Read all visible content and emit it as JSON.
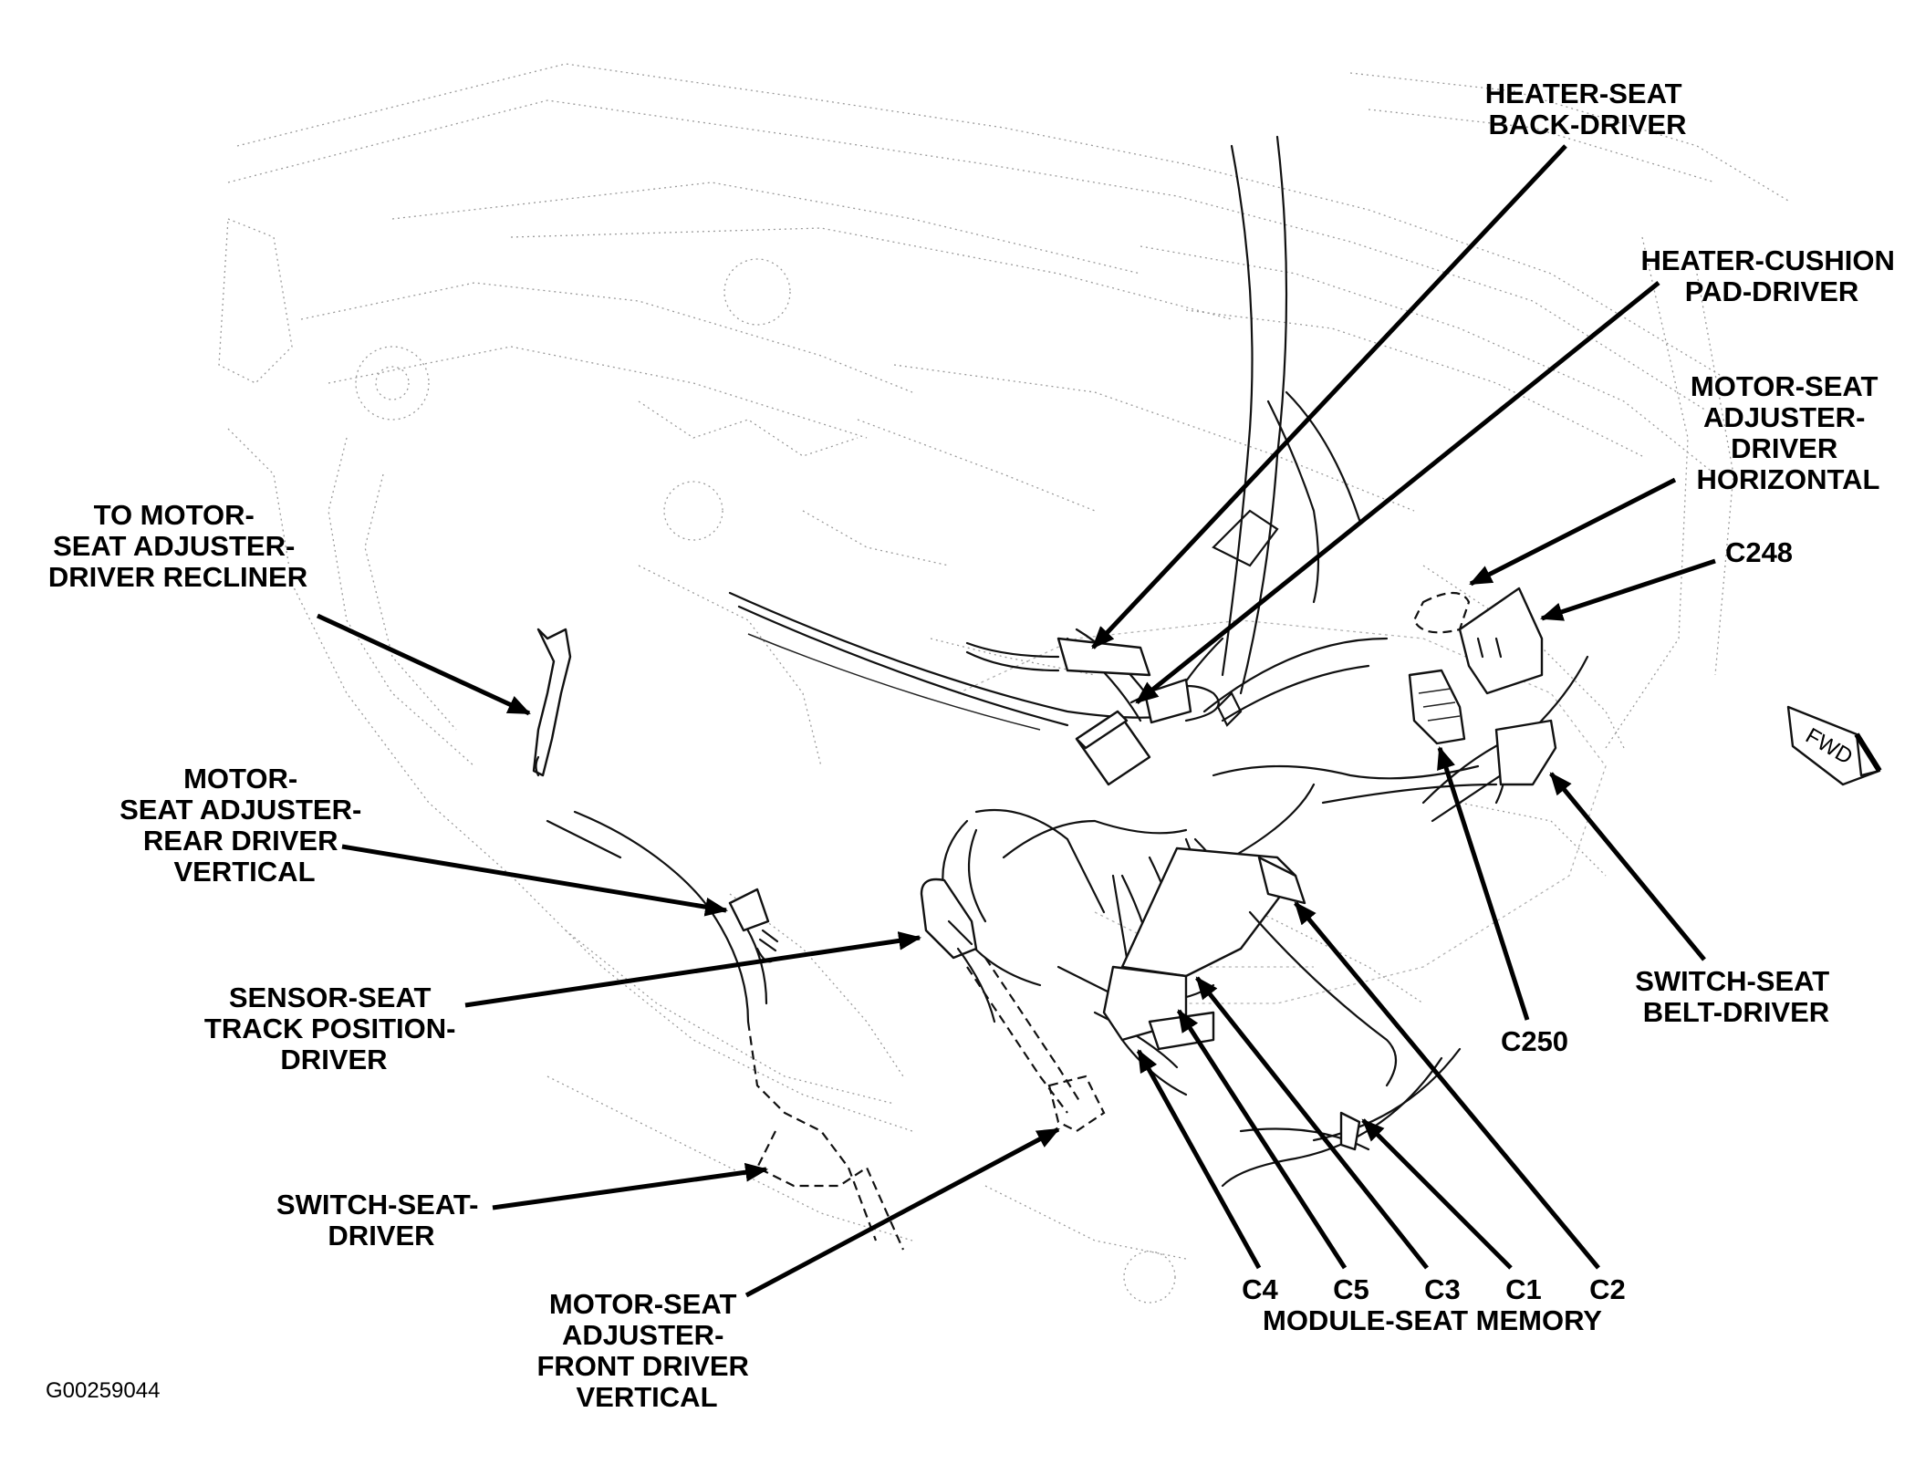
{
  "labels": {
    "heater_seat_back": [
      "HEATER-SEAT",
      "BACK-DRIVER"
    ],
    "heater_cushion_pad": [
      "HEATER-CUSHION",
      "PAD-DRIVER"
    ],
    "motor_horizontal": [
      "MOTOR-SEAT",
      "ADJUSTER-",
      "DRIVER",
      "HORIZONTAL"
    ],
    "c248": [
      "C248"
    ],
    "recliner": [
      "TO MOTOR-",
      "SEAT ADJUSTER-",
      "DRIVER RECLINER"
    ],
    "rear_vertical": [
      "MOTOR-",
      "SEAT ADJUSTER-",
      "REAR DRIVER",
      "VERTICAL"
    ],
    "track_sensor": [
      "SENSOR-SEAT",
      "TRACK POSITION-",
      "DRIVER"
    ],
    "switch_seat": [
      "SWITCH-SEAT-",
      "DRIVER"
    ],
    "front_vertical": [
      "MOTOR-SEAT",
      "ADJUSTER-",
      "FRONT DRIVER",
      "VERTICAL"
    ],
    "belt_switch": [
      "SWITCH-SEAT",
      "BELT-DRIVER"
    ],
    "c250": [
      "C250"
    ],
    "c4": [
      "C4"
    ],
    "c5": [
      "C5"
    ],
    "c3": [
      "C3"
    ],
    "c1": [
      "C1"
    ],
    "c2": [
      "C2"
    ],
    "module": [
      "MODULE-SEAT MEMORY"
    ],
    "fwd": [
      "FWD"
    ]
  },
  "figure_id": "G00259044"
}
